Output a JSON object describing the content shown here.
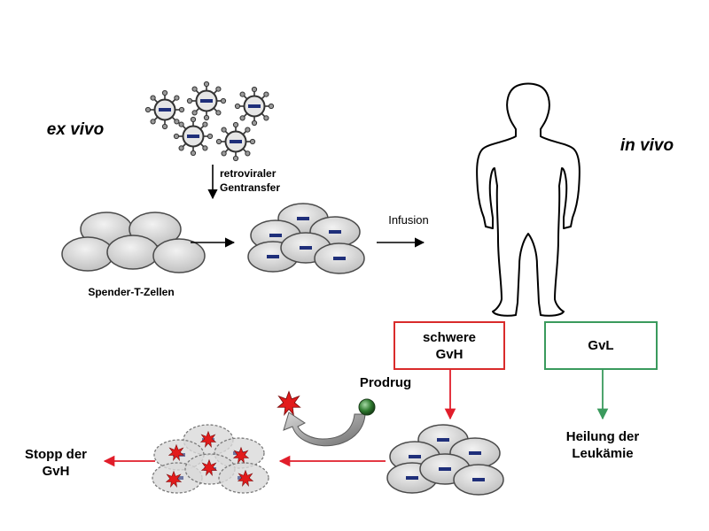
{
  "labels": {
    "ex_vivo": "ex vivo",
    "in_vivo": "in vivo",
    "gene_transfer": "retroviraler Gentransfer",
    "donor_cells": "Spender-T-Zellen",
    "infusion": "Infusion",
    "prodrug": "Prodrug",
    "stop_gvh": "Stopp der GvH",
    "cure_leukemia": "Heilung der Leukämie"
  },
  "boxes": {
    "severe_gvh": "schwere GvH",
    "gvl": "GvL"
  },
  "colors": {
    "red_arrow": "#e11d2a",
    "red_box": "#d92b2b",
    "green": "#3a9a5d",
    "cell_fill": "#cfcfcf",
    "cell_stroke": "#4a4a4a",
    "transgene_mark": "#1f2f7a",
    "explosion": "#e21b1b",
    "prodrug_sphere": "#2f7a2f"
  }
}
